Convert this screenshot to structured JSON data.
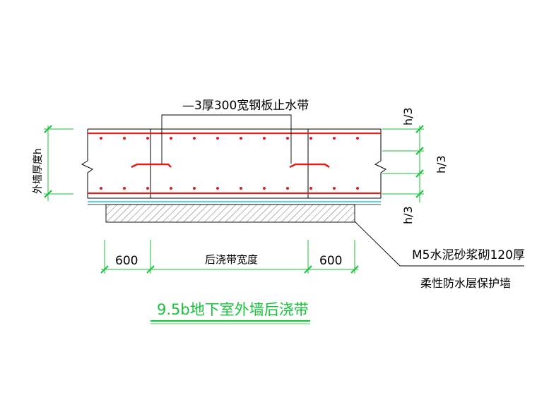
{
  "labels": {
    "waterstop": "—3厚300宽钢板止水带",
    "wall_thickness": "外墙厚度h",
    "h3_top": "h/3",
    "h3_mid": "h/3",
    "h3_bot": "h/3",
    "dim_left": "600",
    "dim_mid": "后浇带宽度",
    "dim_right": "600",
    "mortar": "M5水泥砂浆砌120厚",
    "protect": "柔性防水层保护墙",
    "title": "9.5b地下室外墙后浇带"
  },
  "colors": {
    "rebar": "#e0201a",
    "outline": "#000000",
    "dim": "#18c23a",
    "membrane": "#1ec8d8",
    "title": "#18c23a"
  }
}
